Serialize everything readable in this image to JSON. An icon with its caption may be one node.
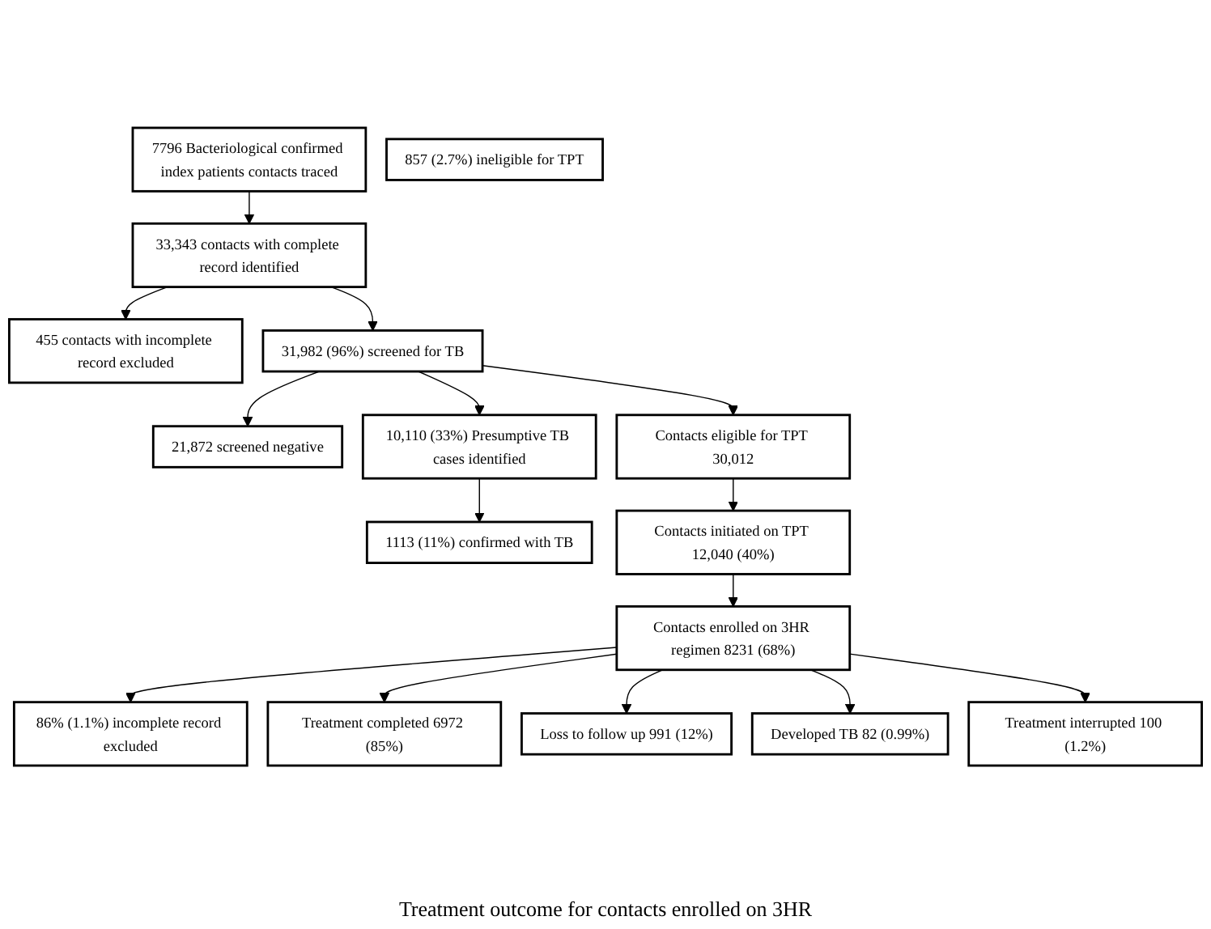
{
  "diagram": {
    "nodes": [
      {
        "text": [
          "7796 Bacteriological confirmed index patients contacts traced"
        ]
      },
      {
        "text": [
          "33,343 contacts with complete record identified"
        ]
      },
      {
        "text": [
          "455 contacts with incomplete record excluded"
        ]
      },
      {
        "text": [
          "31,982 (96%) screened for TB"
        ]
      },
      {
        "text": [
          "21,872 screened negative"
        ]
      },
      {
        "text": [
          "10,110 (33%) Presumptive TB cases identified"
        ]
      },
      {
        "text": [
          "Contacts eligible for TPT 30,012"
        ]
      },
      {
        "text": [
          "857 (2.7%) ineligible for TPT"
        ]
      },
      {
        "text": [
          "1113 (11%) confirmed with TB"
        ]
      },
      {
        "text": [
          "Contacts initiated on TPT 12,040 (40%)"
        ]
      },
      {
        "text": [
          "Contacts enrolled on 3HR regimen 8231 (68%)"
        ]
      },
      {
        "text": [
          "86% (1.1%) incomplete record excluded"
        ]
      },
      {
        "text": [
          "Treatment completed 6972 (85%)"
        ]
      },
      {
        "text": [
          "Loss to follow up 991 (12%)"
        ]
      },
      {
        "text": [
          "Developed TB 82 (0.99%)"
        ]
      },
      {
        "text": [
          "Treatment interrupted 100 (1.2%)"
        ]
      }
    ],
    "edges": [
      {
        "from": 0,
        "to": 1,
        "arrow": "to"
      },
      {
        "from": 1,
        "to": 2,
        "arrow": "to"
      },
      {
        "from": 1,
        "to": 3,
        "arrow": "to"
      },
      {
        "from": 3,
        "to": 5,
        "arrow": "to"
      },
      {
        "from": 3,
        "to": 4,
        "arrow": "to"
      },
      {
        "from": 3,
        "to": 6,
        "arrow": "to"
      },
      {
        "from": 5,
        "to": 8,
        "arrow": "to"
      },
      {
        "from": 6,
        "to": 9,
        "arrow": "to"
      },
      {
        "from": 9,
        "to": 10,
        "arrow": "to"
      },
      {
        "from": 10,
        "to": 11,
        "arrow": "to"
      },
      {
        "from": 10,
        "to": 12,
        "arrow": "to"
      },
      {
        "from": 10,
        "to": 13,
        "arrow": "to"
      },
      {
        "from": 10,
        "to": 14,
        "arrow": "to"
      },
      {
        "from": 10,
        "to": 15,
        "arrow": "to"
      }
    ],
    "labels": [
      "Treatment outcome for contacts enrolled on 3HR"
    ]
  }
}
